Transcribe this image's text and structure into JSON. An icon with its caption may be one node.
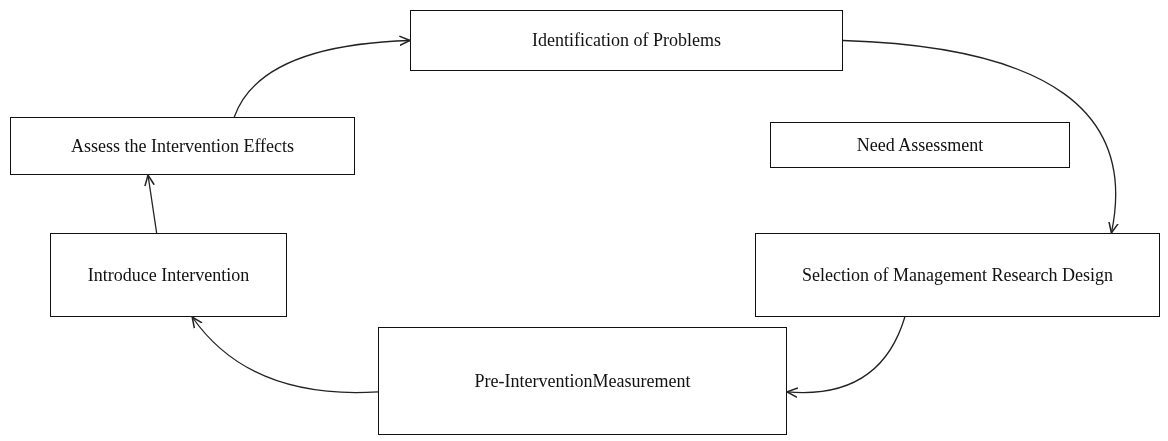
{
  "diagram": {
    "nodes": [
      {
        "text": [
          "Identification of Problems"
        ]
      },
      {
        "text": [
          "Need Assessment"
        ]
      },
      {
        "text": [
          "Selection of Management Research Design"
        ]
      },
      {
        "text": [
          "Pre-InterventionMeasurement"
        ]
      },
      {
        "text": [
          "Introduce Intervention"
        ]
      },
      {
        "text": [
          "Assess the Intervention Effects"
        ]
      }
    ],
    "edges": [
      {
        "from": 0,
        "to": 2,
        "arrow": "to"
      },
      {
        "from": 2,
        "to": 3,
        "arrow": "to"
      },
      {
        "from": 3,
        "to": 4,
        "arrow": "to"
      },
      {
        "from": 4,
        "to": 5,
        "arrow": "to"
      },
      {
        "from": 5,
        "to": 0,
        "arrow": "to"
      }
    ]
  }
}
